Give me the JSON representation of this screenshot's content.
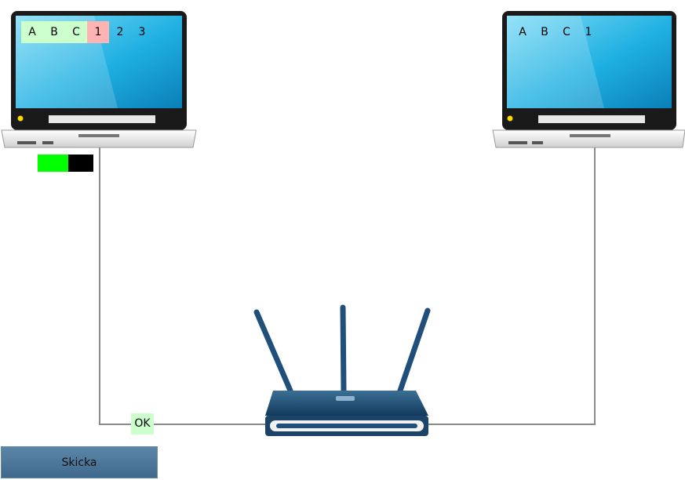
{
  "left_laptop": {
    "sequence": [
      {
        "text": "A",
        "state": "acked"
      },
      {
        "text": "B",
        "state": "acked"
      },
      {
        "text": "C",
        "state": "acked"
      },
      {
        "text": "1",
        "state": "error"
      },
      {
        "text": "2",
        "state": "pending"
      },
      {
        "text": "3",
        "state": "pending"
      }
    ]
  },
  "right_laptop": {
    "sequence": [
      {
        "text": "A"
      },
      {
        "text": "B"
      },
      {
        "text": "C"
      },
      {
        "text": "1"
      }
    ]
  },
  "progress": {
    "fraction": 0.55
  },
  "link_status": {
    "label": "OK"
  },
  "send_button": {
    "label": "Skicka"
  },
  "colors": {
    "acked": "#ccffcc",
    "error": "#ffb3b3",
    "progress_fill": "#00ff00",
    "progress_track": "#000000",
    "cable": "#8a8a8a",
    "button": "#4a7699"
  }
}
